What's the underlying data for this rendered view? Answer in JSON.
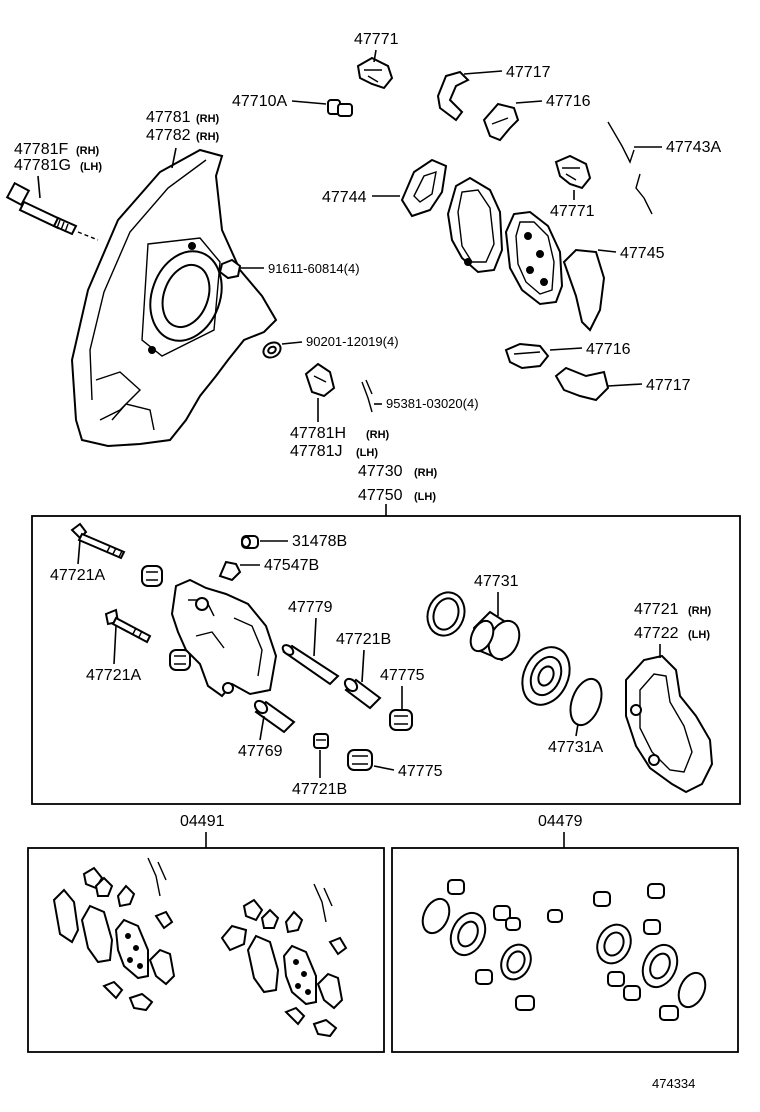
{
  "diagram": {
    "figure_number": "474334",
    "top": {
      "p47771_top": "47771",
      "p47717_top": "47717",
      "p47710A": "47710A",
      "p47716_top": "47716",
      "p47743A": "47743A",
      "p47781": "47781",
      "p47782": "47782",
      "p47781_rh1": "(RH)",
      "p47782_rh2": "(RH)",
      "p47781F": "47781F",
      "p47781G": "47781G",
      "p47781F_rh": "(RH)",
      "p47781G_lh": "(LH)",
      "p47744": "47744",
      "p47771_mid": "47771",
      "p47745": "47745",
      "p91611": "91611-60814(4)",
      "p90201": "90201-12019(4)",
      "p47716_low": "47716",
      "p47717_low": "47717",
      "p95381": "95381-03020(4)",
      "p47781H": "47781H",
      "p47781J": "47781J",
      "p47781H_rh": "(RH)",
      "p47781J_lh": "(LH)"
    },
    "assembly": {
      "p47730": "47730",
      "p47730_rh": "(RH)",
      "p47750": "47750",
      "p47750_lh": "(LH)",
      "p47721A_a": "47721A",
      "p31478B": "31478B",
      "p47547B": "47547B",
      "p47779": "47779",
      "p47721A_b": "47721A",
      "p47721B_a": "47721B",
      "p47775_a": "47775",
      "p47731": "47731",
      "p47721": "47721",
      "p47721_rh": "(RH)",
      "p47722": "47722",
      "p47722_lh": "(LH)",
      "p47769": "47769",
      "p47721B_b": "47721B",
      "p47775_b": "47775",
      "p47731A": "47731A"
    },
    "kits": {
      "p04491": "04491",
      "p04479": "04479"
    }
  }
}
